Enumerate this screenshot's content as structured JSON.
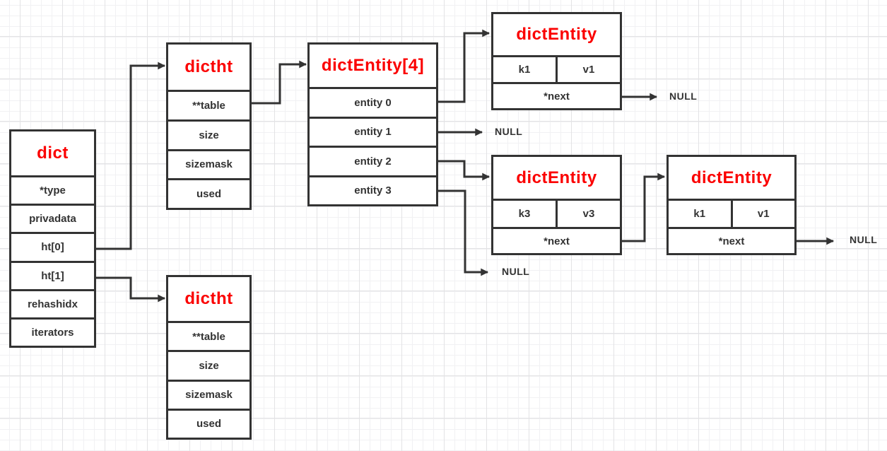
{
  "boxes": {
    "dict": {
      "title": "dict",
      "fields": [
        "*type",
        "privadata",
        "ht[0]",
        "ht[1]",
        "rehashidx",
        "iterators"
      ]
    },
    "dictht_top": {
      "title": "dictht",
      "fields": [
        "**table",
        "size",
        "sizemask",
        "used"
      ]
    },
    "dictht_bottom": {
      "title": "dictht",
      "fields": [
        "**table",
        "size",
        "sizemask",
        "used"
      ]
    },
    "entity_array": {
      "title": "dictEntity[4]",
      "fields": [
        "entity 0",
        "entity 1",
        "entity 2",
        "entity 3"
      ]
    },
    "entity_top": {
      "title": "dictEntity",
      "key": "k1",
      "value": "v1",
      "next": "*next"
    },
    "entity_mid": {
      "title": "dictEntity",
      "key": "k3",
      "value": "v3",
      "next": "*next"
    },
    "entity_right": {
      "title": "dictEntity",
      "key": "k1",
      "value": "v1",
      "next": "*next"
    }
  },
  "labels": {
    "null_after_top_next": "NULL",
    "null_after_entity1": "NULL",
    "null_after_entity3": "NULL",
    "null_after_right_next": "NULL"
  },
  "colors": {
    "title_red": "#fb0000",
    "line_dark": "#333333",
    "grid_minor": "#f1f1f3",
    "grid_major": "#e3e3e5"
  }
}
